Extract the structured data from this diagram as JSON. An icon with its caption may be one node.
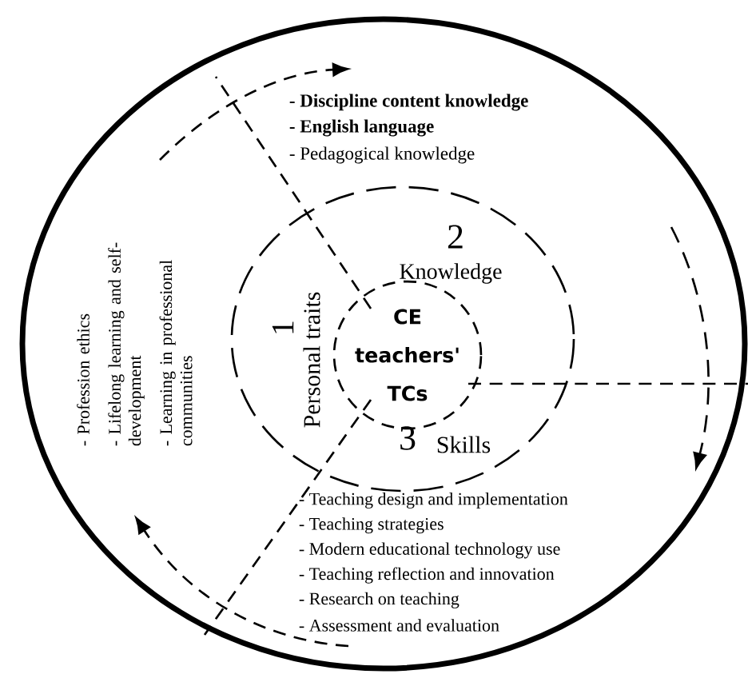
{
  "diagram": {
    "nodes": [
      {
        "text": [
          "CE teachers' TCs"
        ]
      }
    ],
    "labels": [
      "- Discipline content knowledge",
      "- English language",
      "- Pedagogical knowledge",
      "2",
      "Knowledge",
      "- Profession ethics",
      "- Lifelong learning and self-development",
      "- Learning in professional communities",
      "1",
      "Personal traits",
      "3",
      "Skills",
      "- Teaching design and implementation",
      "- Teaching strategies",
      "- Modern educational technology use",
      "- Teaching reflection and innovation",
      "- Research on teaching",
      "- Assessment and evaluation"
    ]
  }
}
